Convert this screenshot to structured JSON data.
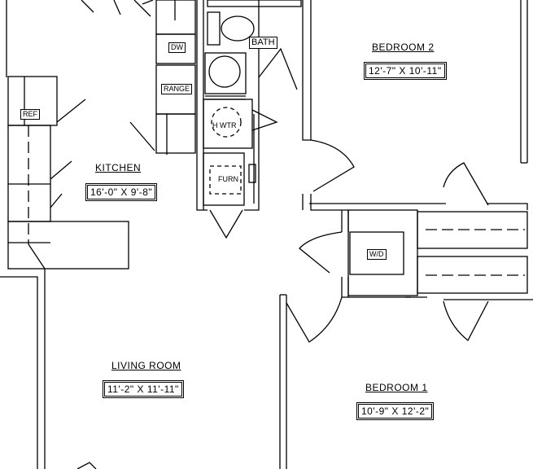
{
  "colors": {
    "line": "#000000",
    "background": "#ffffff"
  },
  "rooms": {
    "bedroom2": {
      "name": "BEDROOM 2",
      "dimensions": "12'-7\" X 10'-11\""
    },
    "kitchen": {
      "name": "KITCHEN",
      "dimensions": "16'-0\" X 9'-8\""
    },
    "living": {
      "name": "LIVING ROOM",
      "dimensions": "11'-2\" X 11'-11\""
    },
    "bedroom1": {
      "name": "BEDROOM 1",
      "dimensions": "10'-9\" X 12'-2\""
    },
    "bath": {
      "name": "BATH"
    }
  },
  "fixtures": {
    "dishwasher": "DW",
    "range": "RANGE",
    "refrigerator": "REF",
    "water_heater": "H WTR",
    "furnace": "FURN",
    "washer_dryer": "W/D"
  }
}
